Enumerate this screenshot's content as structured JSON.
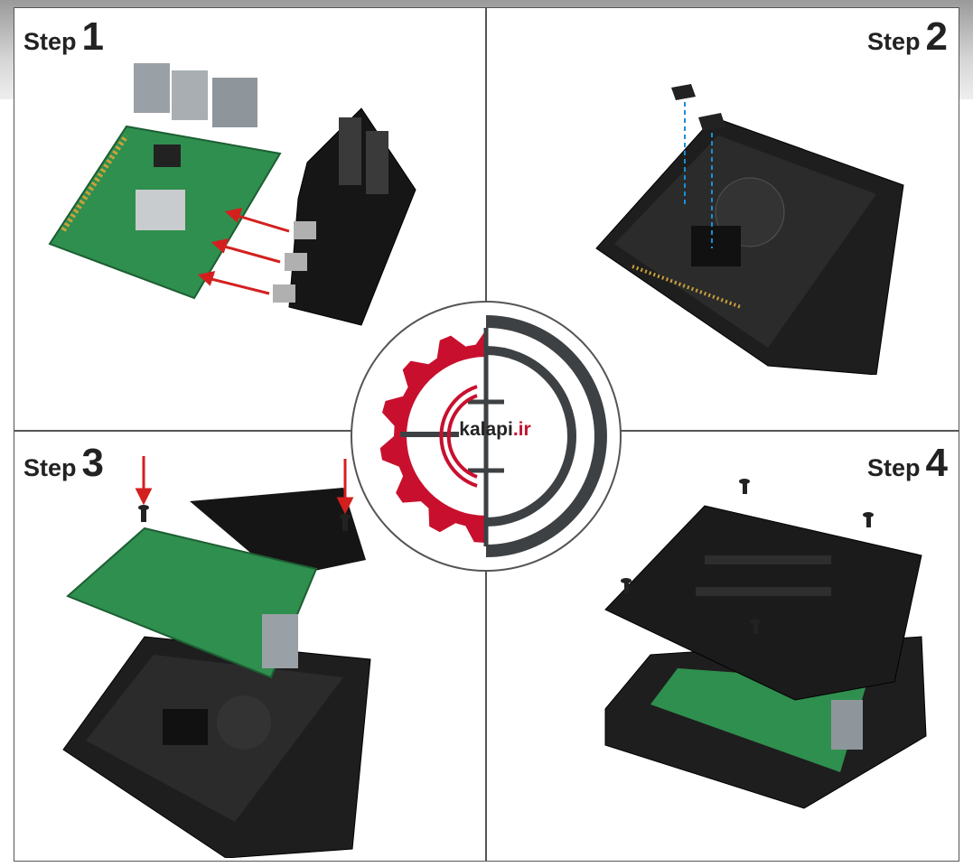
{
  "steps": [
    {
      "word": "Step",
      "number": "1"
    },
    {
      "word": "Step",
      "number": "2"
    },
    {
      "word": "Step",
      "number": "3"
    },
    {
      "word": "Step",
      "number": "4"
    }
  ],
  "logo": {
    "name": "kalapi",
    "tld": ".ir"
  },
  "colors": {
    "accent_red": "#c8102e",
    "logo_gray": "#3d4143",
    "pcb_green": "#2f8f4e",
    "case_black": "#1e1e1e"
  }
}
